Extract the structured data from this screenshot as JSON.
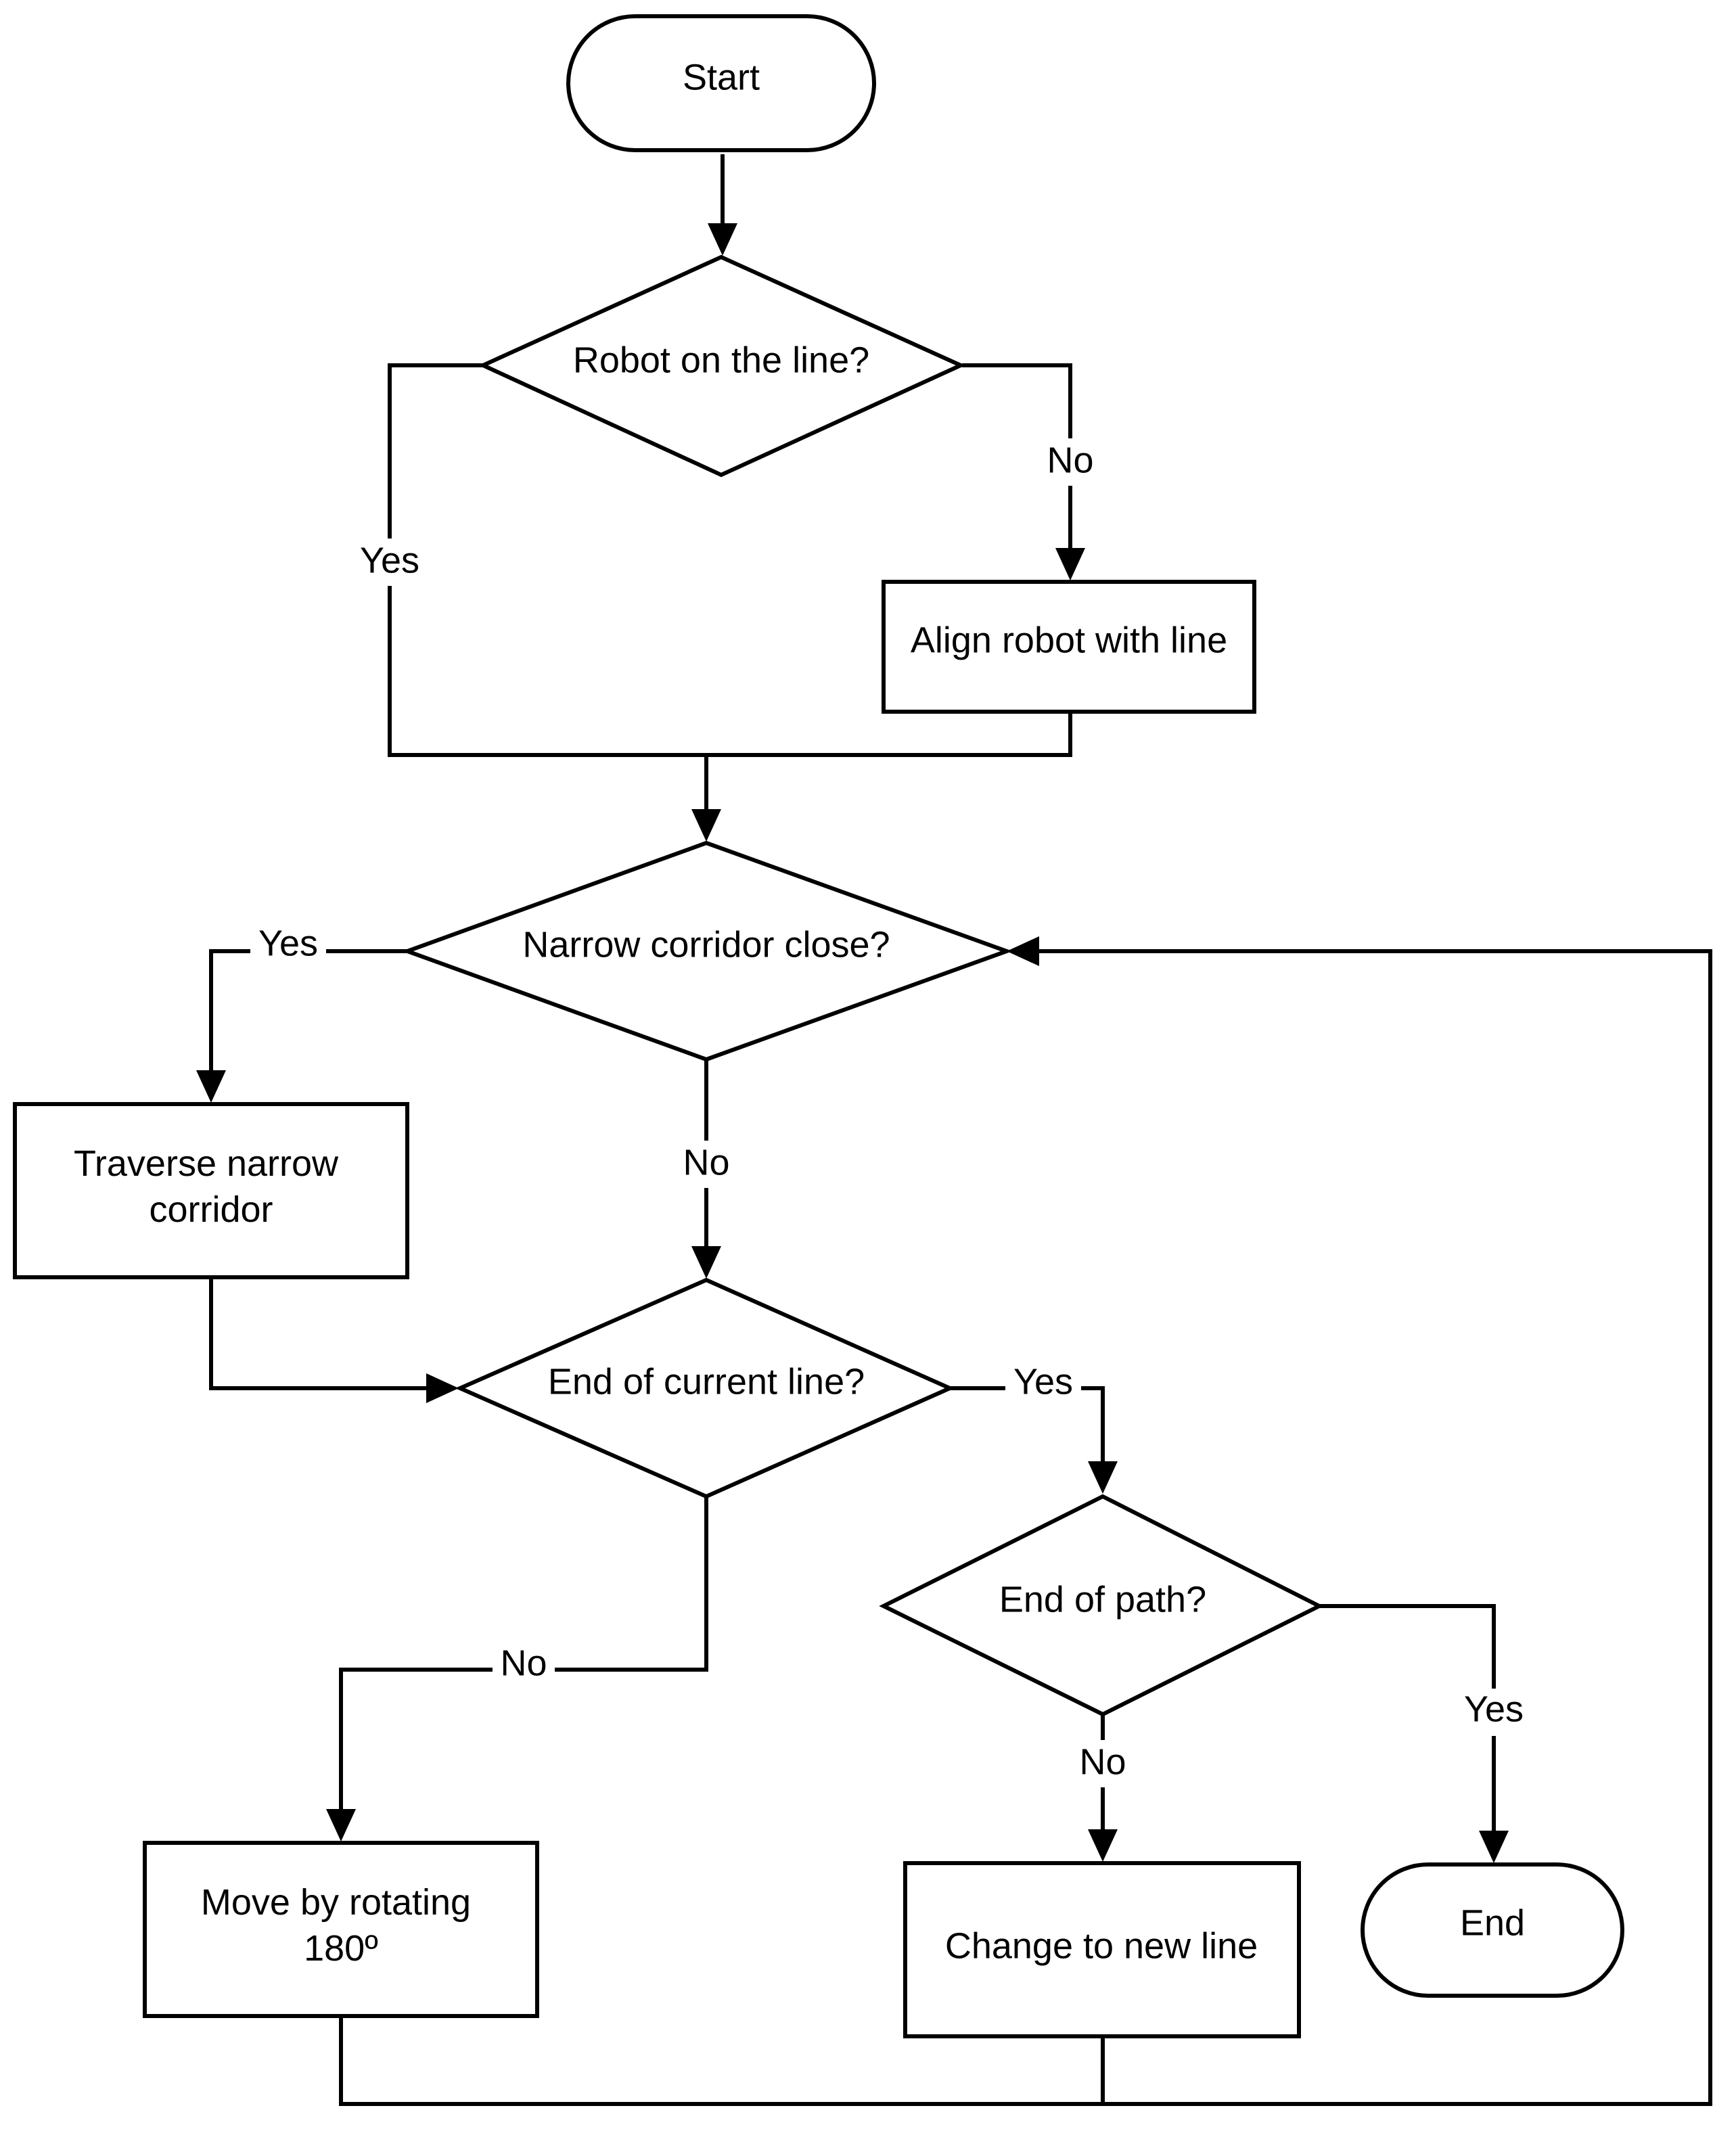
{
  "nodes": {
    "start": {
      "label": "Start"
    },
    "robot_on_line": {
      "label": "Robot on the line?"
    },
    "align_robot": {
      "label": "Align robot with line"
    },
    "narrow_corridor": {
      "label": "Narrow corridor close?"
    },
    "traverse": {
      "label_lines": [
        "Traverse narrow",
        "corridor"
      ]
    },
    "end_current_line": {
      "label": "End of current line?"
    },
    "end_of_path": {
      "label": "End of path?"
    },
    "rotate": {
      "label_lines": [
        "Move by rotating",
        "180º"
      ]
    },
    "change_line": {
      "label": "Change to new line"
    },
    "end": {
      "label": "End"
    }
  },
  "edges": {
    "robot_on_line_yes": "Yes",
    "robot_on_line_no": "No",
    "narrow_yes": "Yes",
    "narrow_no": "No",
    "end_current_yes": "Yes",
    "end_current_no": "No",
    "end_path_yes": "Yes",
    "end_path_no": "No"
  }
}
